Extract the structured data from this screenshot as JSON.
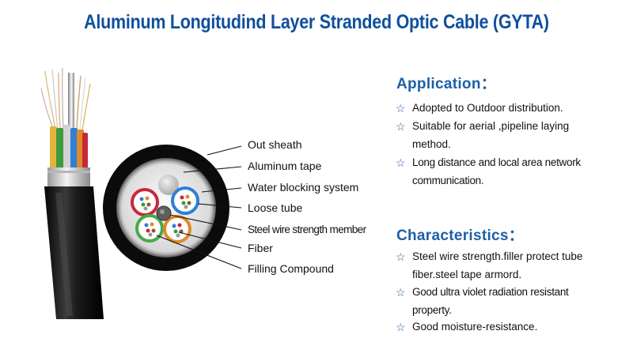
{
  "title": "Aluminum Longitudind Layer Stranded Optic Cable (GYTA)",
  "labels": [
    "Out sheath",
    "Aluminum tape",
    "Water blocking system",
    "Loose tube",
    "Steel wire strength member",
    "Fiber",
    "Filling Compound"
  ],
  "application": {
    "heading": "Application：",
    "items": [
      "Adopted to Outdoor  distribution.",
      "Suitable for aerial ,pipeline laying method.",
      "Long distance and local area network communication."
    ]
  },
  "characteristics": {
    "heading": "Characteristics：",
    "items": [
      "Steel wire strength.filler protect tube fiber.steel tape armord.",
      "Good ultra violet radiation resistant property.",
      "Good moisture-resistance."
    ]
  },
  "bullet_icon": "star-outline-icon",
  "colors": {
    "title": "#0f4f9e",
    "heading": "#1d5fa8",
    "sheath": "#111111",
    "tube_red": "#c8283a",
    "tube_blue": "#2f7fd6",
    "tube_green": "#4aa84a",
    "tube_orange": "#e08a2a"
  }
}
